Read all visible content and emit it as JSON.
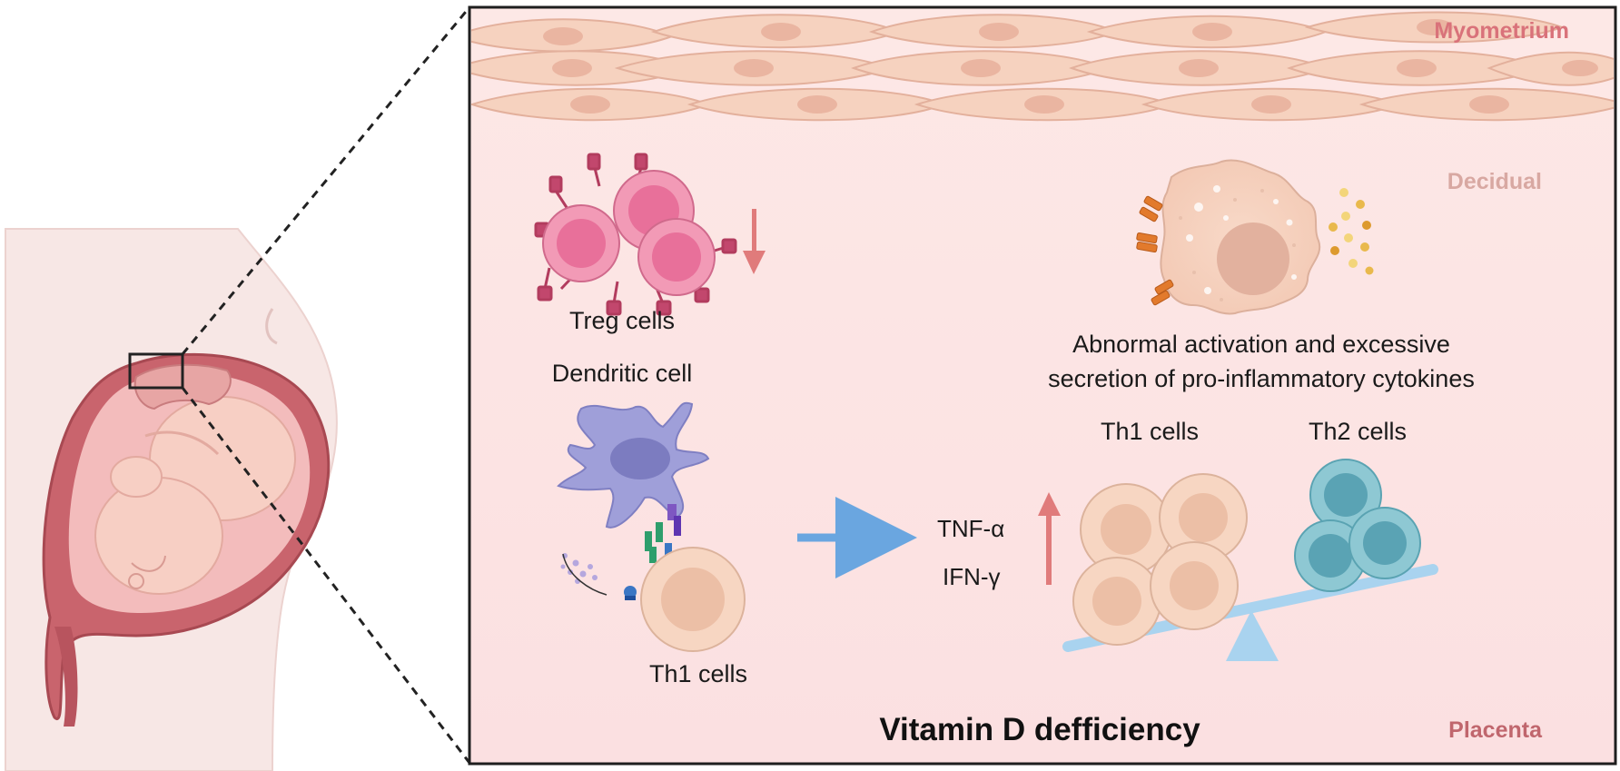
{
  "layers": {
    "myometrium": "Myometrium",
    "decidual": "Decidual",
    "placenta": "Placenta"
  },
  "cells": {
    "treg": "Treg cells",
    "dendritic": "Dendritic cell",
    "th1_bottom": "Th1 cells",
    "th1_scale": "Th1 cells",
    "th2_scale": "Th2 cells"
  },
  "cytokines": {
    "tnf": "TNF-α",
    "ifn": "IFN-γ"
  },
  "macrophage_caption": {
    "line1": "Abnormal activation and excessive",
    "line2": "secretion of pro-inflammatory cytokines"
  },
  "title": "Vitamin D defficiency",
  "colors": {
    "myometrium_label": "#d9727a",
    "decidual_label": "#d8a8a2",
    "placenta_label": "#c0666d",
    "panel_bg": "#fbe4e4",
    "muscle_fill": "#f6d2bf",
    "treg_fill": "#f29ab6",
    "th1_fill": "#f7d6c2",
    "th2_fill": "#6fb4c2",
    "dendritic_fill": "#9f9fd9",
    "arrow_blue": "#6aa6e0",
    "arrow_red": "#e07b7b",
    "scale_blue": "#a9d3ef"
  }
}
